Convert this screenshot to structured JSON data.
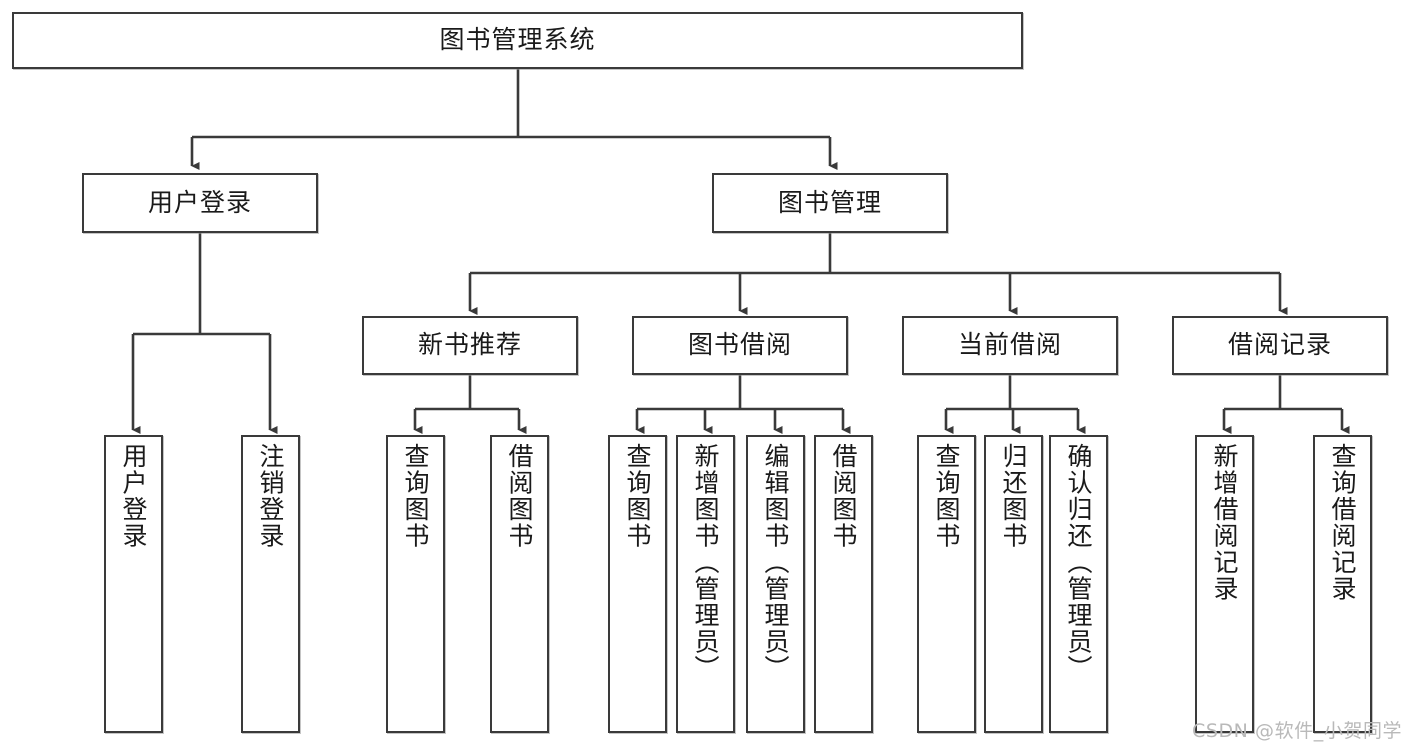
{
  "diagram": {
    "title": "图书管理系统",
    "type": "functional-structure-tree",
    "background_color": "#ffffff",
    "line_color": "#3a3a3a",
    "box_border_color": "#3a3a3a",
    "text_color": "#1a1a1a"
  },
  "nodes": {
    "root": {
      "label": "图书管理系统"
    },
    "level2": [
      {
        "id": "user-login",
        "label": "用户登录"
      },
      {
        "id": "book-manage",
        "label": "图书管理"
      }
    ],
    "level3": [
      {
        "id": "new-book-recommend",
        "label": "新书推荐"
      },
      {
        "id": "book-borrow",
        "label": "图书借阅"
      },
      {
        "id": "current-borrow",
        "label": "当前借阅"
      },
      {
        "id": "borrow-record",
        "label": "借阅记录"
      }
    ],
    "leaves": {
      "user_login": [
        {
          "id": "leaf-user-login",
          "label": "用户登录"
        },
        {
          "id": "leaf-logout-login",
          "label": "注销登录"
        }
      ],
      "new_book_recommend": [
        {
          "id": "leaf-query-book-1",
          "label": "查询图书"
        },
        {
          "id": "leaf-borrow-book-1",
          "label": "借阅图书"
        }
      ],
      "book_borrow": [
        {
          "id": "leaf-query-book-2",
          "label": "查询图书"
        },
        {
          "id": "leaf-add-book",
          "label": "新增图书（管理员）"
        },
        {
          "id": "leaf-edit-book",
          "label": "编辑图书（管理员）"
        },
        {
          "id": "leaf-borrow-book-2",
          "label": "借阅图书"
        }
      ],
      "current_borrow": [
        {
          "id": "leaf-query-book-3",
          "label": "查询图书"
        },
        {
          "id": "leaf-return-book",
          "label": "归还图书"
        },
        {
          "id": "leaf-confirm-return",
          "label": "确认归还（管理员）"
        }
      ],
      "borrow_record": [
        {
          "id": "leaf-add-record",
          "label": "新增借阅记录"
        },
        {
          "id": "leaf-query-record",
          "label": "查询借阅记录"
        }
      ]
    }
  },
  "watermark": {
    "text": "CSDN @软件_小贺同学"
  }
}
